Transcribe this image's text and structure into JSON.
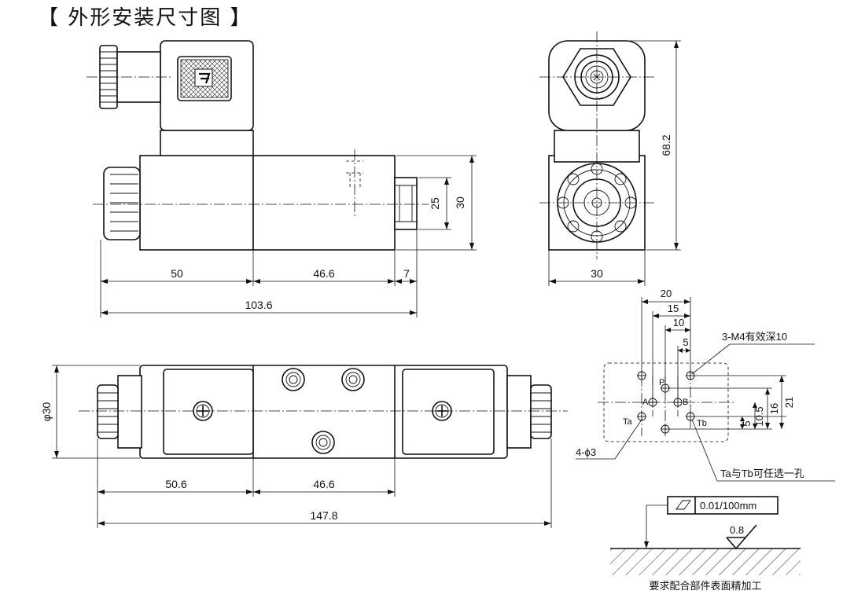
{
  "title": "【 外形安装尺寸图 】",
  "front_view": {
    "dim_left_length": "50",
    "dim_mid_length": "46.6",
    "dim_nut_length": "7",
    "dim_total_length": "103.6",
    "dim_height_inner": "25",
    "dim_height_outer": "30"
  },
  "side_view": {
    "dim_width": "30",
    "dim_height": "68.2"
  },
  "top_view": {
    "dim_diameter": "φ30",
    "dim_left_length": "50.6",
    "dim_mid_length": "46.6",
    "dim_total_length": "147.8"
  },
  "mounting_face": {
    "dim_x_20": "20",
    "dim_x_15": "15",
    "dim_x_10": "10",
    "dim_x_5": "5",
    "dim_y_21": "21",
    "dim_y_16": "16",
    "dim_y_10_5": "10.5",
    "dim_y_5": "5",
    "port_p": "P",
    "port_a": "A",
    "port_b": "B",
    "port_ta": "Ta",
    "port_tb": "Tb",
    "note_threads": "3-M4有效深10",
    "note_holes": "4-ϕ3",
    "note_ports": "Ta与Tb可任选一孔"
  },
  "surface_spec": {
    "flatness": "0.01/100mm",
    "roughness": "0.8",
    "note": "要求配合部件表面精加工"
  }
}
